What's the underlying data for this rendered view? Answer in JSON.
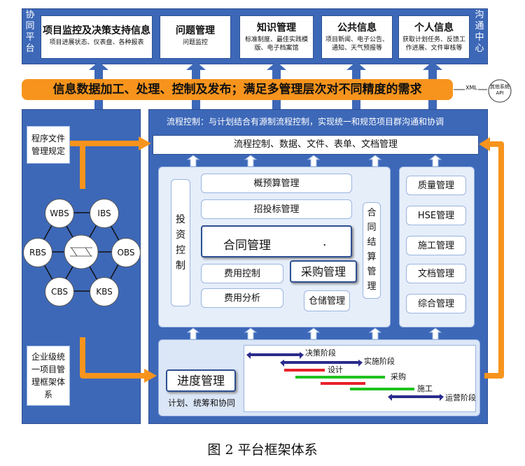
{
  "side_left": "协同平台",
  "side_right": "沟通中心",
  "top_boxes": [
    {
      "title": "项目监控及决策支持信息",
      "sub": "项目进展状态、仪表盘、各种报表"
    },
    {
      "title": "问题管理",
      "sub": "问题监控"
    },
    {
      "title": "知识管理",
      "sub": "标准制度、最佳实践模版、电子档案馆"
    },
    {
      "title": "公共信息",
      "sub": "项目新闻、电子公告、通知、天气预报等"
    },
    {
      "title": "个人信息",
      "sub": "获取计划任务、反馈工作进展、文件审核等"
    }
  ],
  "banner": "信息数据加工、处理、控制及发布；满足多管理层次对不同精度的需求",
  "xml_label": "XML",
  "api_circle": "其他系统API",
  "left_panel": {
    "program_box": "程序文件管理规定",
    "hex_center": "",
    "hex_nodes": [
      "WBS",
      "IBS",
      "RBS",
      "OBS",
      "CBS",
      "KBS"
    ],
    "framework_box": "企业级统一项目管理框架体系"
  },
  "main_panel": {
    "header": "流程控制：与计划结合有源制流程控制，实现统一和规范项目群沟通和协调",
    "process_bar": "流程控制、数据、文件、表单、文档管理",
    "investment": "投资控制",
    "center_items": [
      "概预算管理",
      "招投标管理"
    ],
    "contract": "合同管理",
    "contract_dot": ".",
    "cost_control": "费用控制",
    "cost_analysis": "费用分析",
    "procurement": "采购管理",
    "warehouse": "仓储管理",
    "contract_settlement": "合同结算管理",
    "right_items": [
      "质量管理",
      "HSE管理",
      "施工管理",
      "文档管理",
      "综合管理"
    ],
    "schedule_title": "进度管理",
    "schedule_sub": "计划、统筹和协同",
    "gantt": [
      {
        "label": "决策阶段",
        "color": "#2b2b8c"
      },
      {
        "label": "实施阶段",
        "color": "#2b2b8c"
      },
      {
        "label": "设计",
        "color": "#e8202a"
      },
      {
        "label": "采购",
        "color": "#1ec21e"
      },
      {
        "label": "施工",
        "color": "#1ec21e"
      },
      {
        "label": "运营阶段",
        "color": "#2b2b8c"
      }
    ]
  },
  "caption": "图 2  平台框架体系",
  "colors": {
    "panel": "#3d68b8",
    "orange": "#f7941d",
    "red": "#e8202a",
    "green": "#1ec21e",
    "navy": "#2b2b8c"
  }
}
